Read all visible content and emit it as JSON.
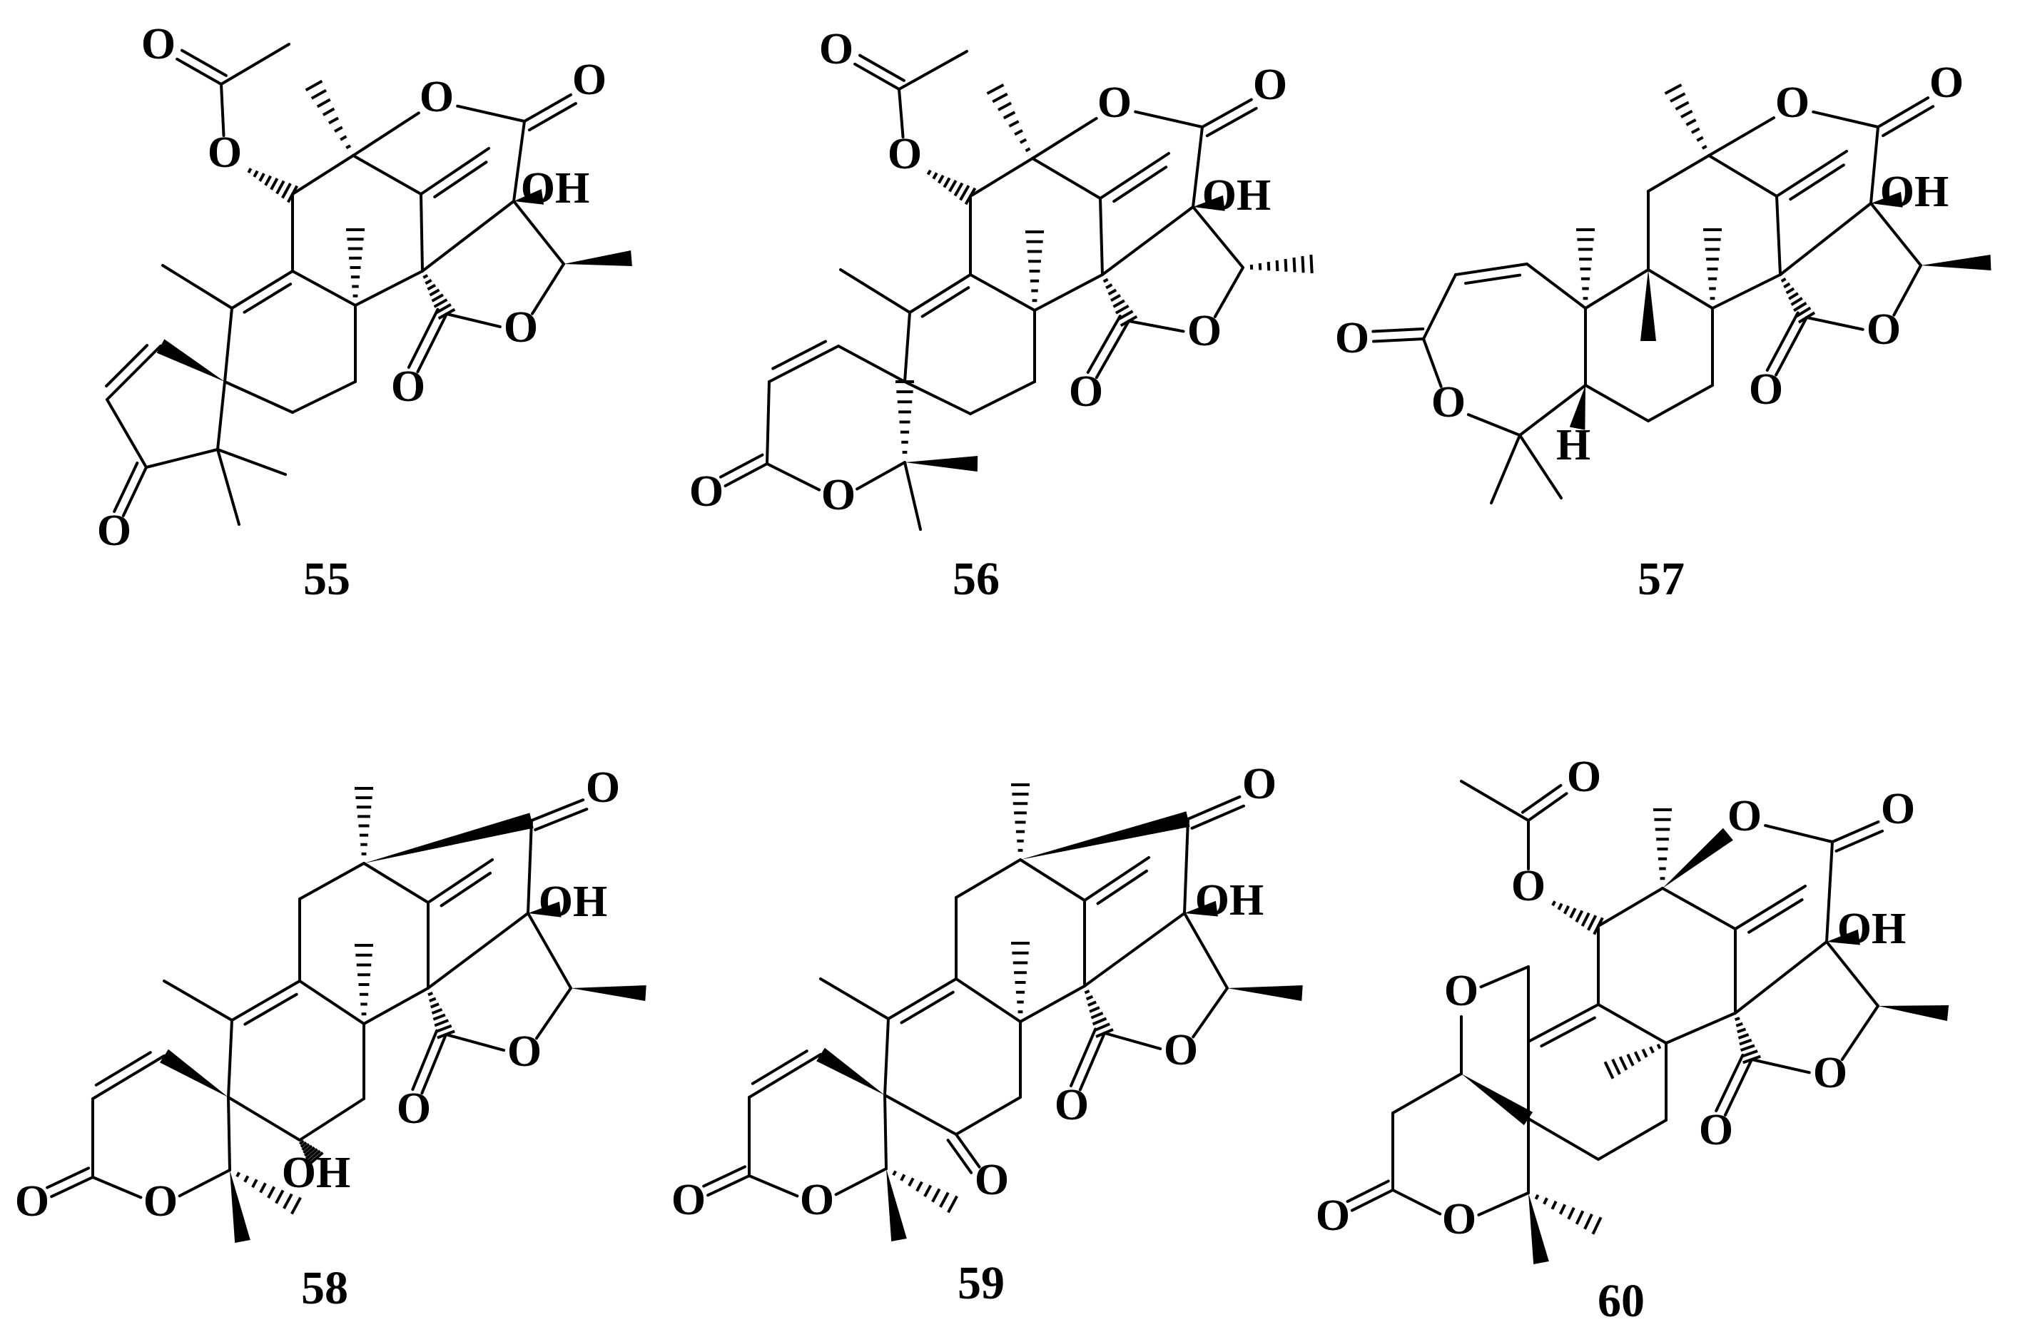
{
  "compounds": [
    {
      "label": "55"
    },
    {
      "label": "56"
    },
    {
      "label": "57"
    },
    {
      "label": "58"
    },
    {
      "label": "59"
    },
    {
      "label": "60"
    }
  ],
  "atoms": {
    "oxygen": "O",
    "hydroxyl": "OH",
    "hydrogen": "H"
  }
}
